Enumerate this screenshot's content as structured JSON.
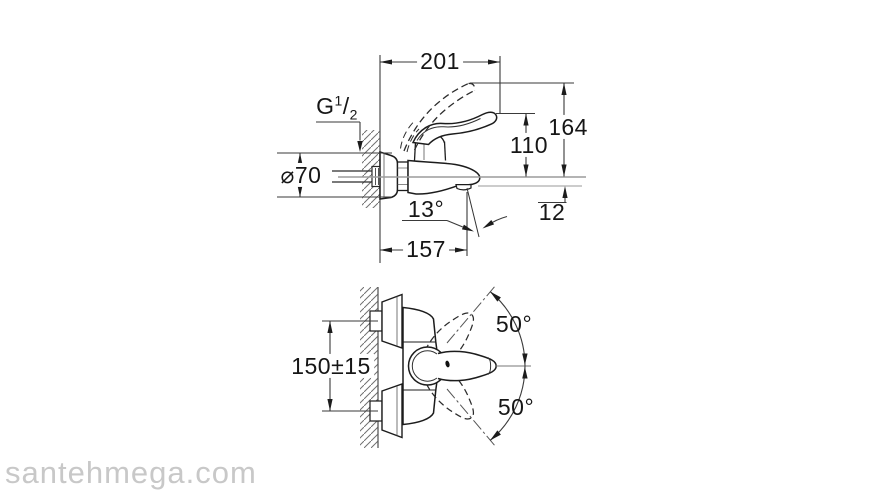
{
  "watermark": {
    "text": "santehmega.com",
    "color": "#c8c8c8"
  },
  "colors": {
    "background": "#ffffff",
    "drawing_line": "#1c1c1c",
    "dimension_line": "#3a3a3a",
    "centerline": "#9c9c9c",
    "hatch": "#707070",
    "text": "#161616"
  },
  "top_view": {
    "description": "side-view-wall-mounted-single-lever-mixer",
    "dimensions": {
      "width_from_wall": "201",
      "overall_height": "164",
      "handle_height": "110",
      "spout_drop": "12",
      "spout_reach": "157",
      "spout_angle": "13°",
      "flange_diameter": "⌀70",
      "thread": {
        "base": "G",
        "sup": "1",
        "slash": "/",
        "sub": "2"
      }
    }
  },
  "bottom_view": {
    "description": "front-view-swivel-range",
    "dimensions": {
      "connection_centers": "150±15",
      "swivel_up": "50°",
      "swivel_down": "50°"
    }
  }
}
